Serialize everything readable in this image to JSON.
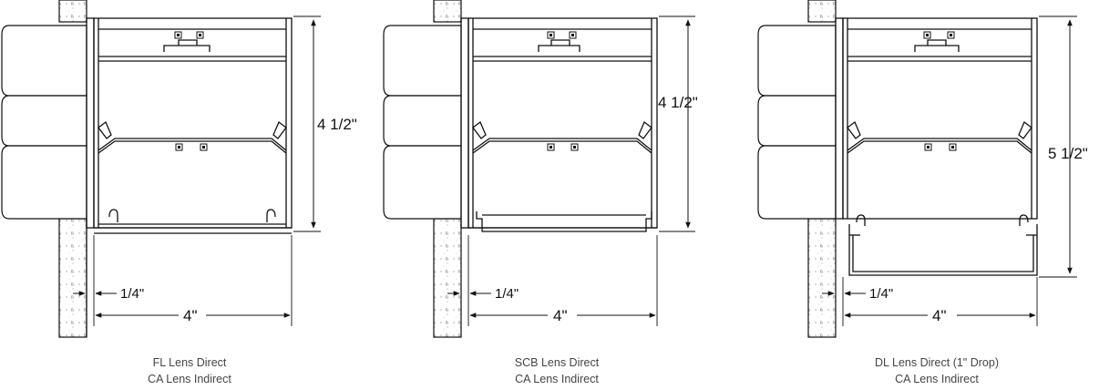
{
  "panels": [
    {
      "height_label": "4 1/2\"",
      "offset_label": "1/4\"",
      "width_label": "4\"",
      "caption_line1": "FL Lens Direct",
      "caption_line2": "CA Lens Indirect"
    },
    {
      "height_label": "4 1/2\"",
      "offset_label": "1/4\"",
      "width_label": "4\"",
      "caption_line1": "SCB Lens Direct",
      "caption_line2": "CA Lens Indirect"
    },
    {
      "height_label": "5 1/2\"",
      "offset_label": "1/4\"",
      "width_label": "4\"",
      "caption_line1": "DL Lens Direct (1\" Drop)",
      "caption_line2": "CA Lens Indirect"
    }
  ]
}
